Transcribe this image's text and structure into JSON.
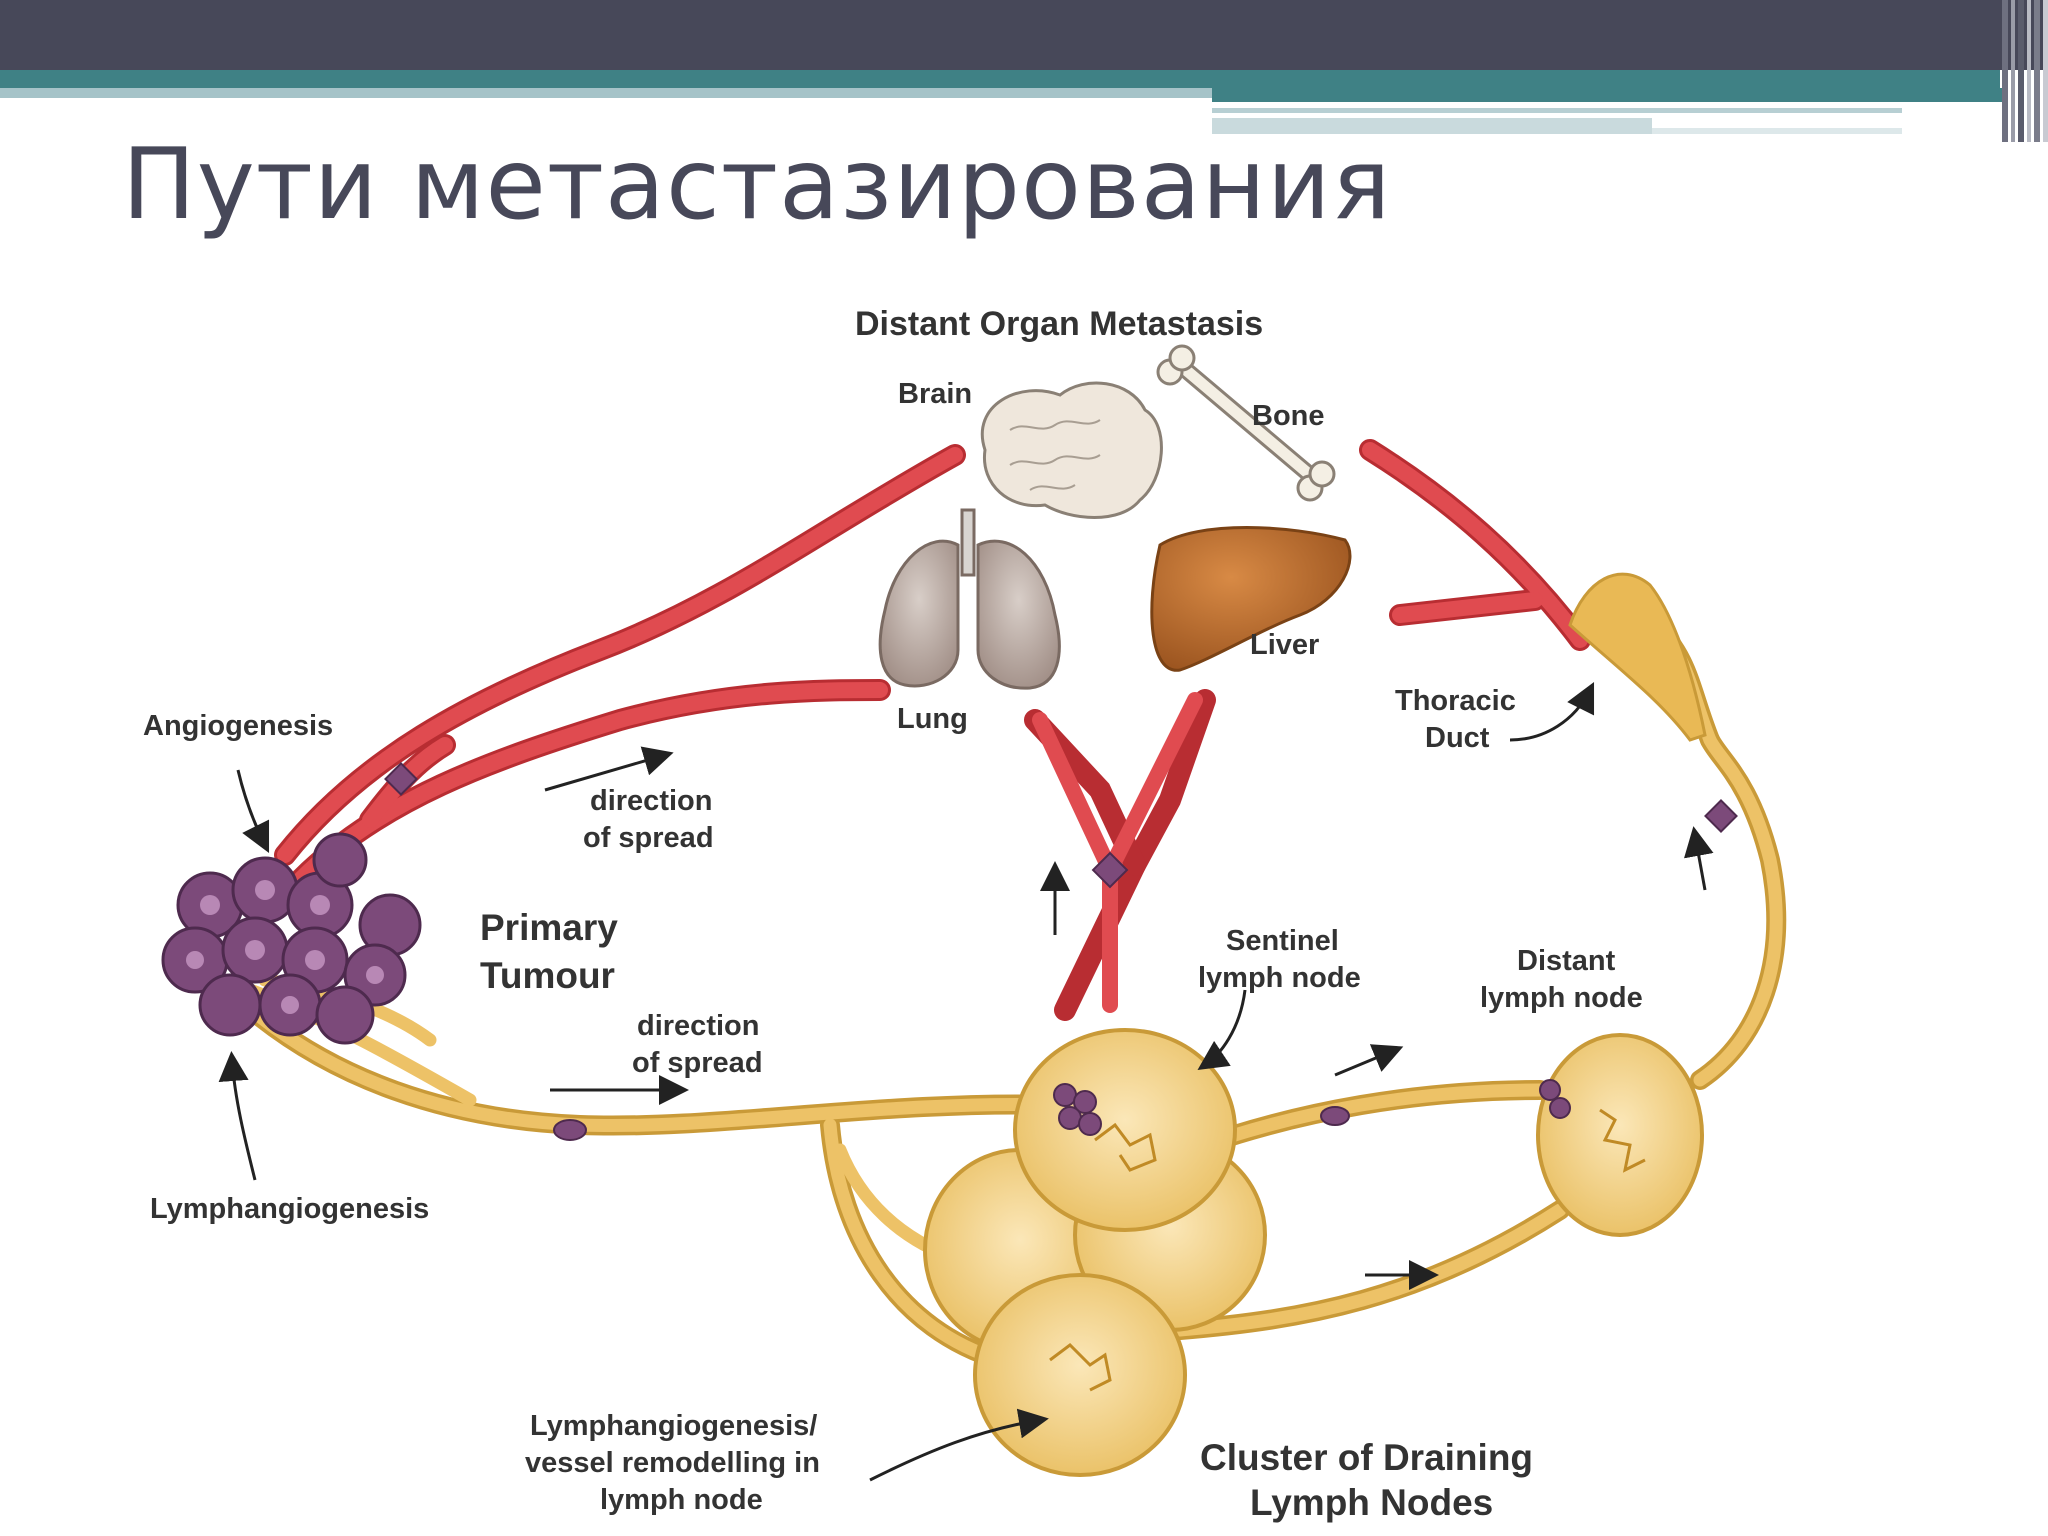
{
  "slide": {
    "title": "Пути метастазирования"
  },
  "diagram": {
    "heading": "Distant Organ Metastasis",
    "organs": {
      "brain": "Brain",
      "bone": "Bone",
      "lung": "Lung",
      "liver": "Liver"
    },
    "labels": {
      "angiogenesis": "Angiogenesis",
      "lymphangiogenesis": "Lymphangiogenesis",
      "primary_tumour": [
        "Primary",
        "Tumour"
      ],
      "direction_upper": [
        "direction",
        "of spread"
      ],
      "direction_lower": [
        "direction",
        "of spread"
      ],
      "sentinel": [
        "Sentinel",
        "lymph node"
      ],
      "distant": [
        "Distant",
        "lymph node"
      ],
      "thoracic": [
        "Thoracic",
        "Duct"
      ],
      "remodelling": [
        "Lymphangiogenesis/",
        "vessel remodelling in",
        "lymph node"
      ],
      "cluster": [
        "Cluster of Draining",
        "Lymph Nodes"
      ]
    },
    "colors": {
      "blood_vessel": "#d63a3f",
      "lymph_vessel": "#e8b64c",
      "lymph_node": "#f1d08c",
      "tumour_cell": "#7c4a7a",
      "liver": "#b8682a",
      "text": "#333333"
    }
  }
}
